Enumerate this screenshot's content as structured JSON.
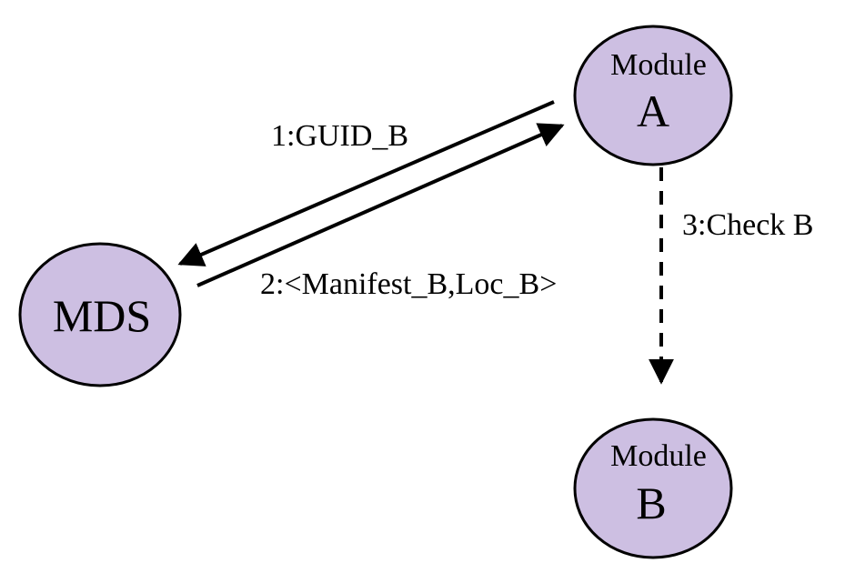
{
  "nodes": {
    "mds": {
      "label": "MDS"
    },
    "module_a": {
      "line1": "Module",
      "line2": "A"
    },
    "module_b": {
      "line1": "Module",
      "line2": "B"
    }
  },
  "edges": {
    "guid": {
      "label": "1:GUID_B"
    },
    "manifest": {
      "label": "2:<Manifest_B,Loc_B>"
    },
    "check": {
      "label": "3:Check B"
    }
  },
  "colors": {
    "node_fill": "#cdbfe2",
    "node_stroke": "#000000",
    "line": "#000000",
    "background": "#ffffff"
  }
}
